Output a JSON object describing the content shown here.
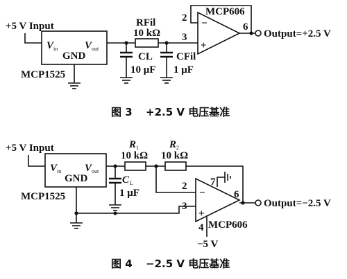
{
  "fig3": {
    "input": "+5 V Input",
    "reg": {
      "vin": "V",
      "vin_sub": "in",
      "vout": "V",
      "vout_sub": "out",
      "gnd": "GND",
      "name": "MCP1525"
    },
    "rfil": {
      "name": "RFil",
      "value": "10 kΩ"
    },
    "cl": {
      "name": "CL",
      "value": "10 μF"
    },
    "cfil": {
      "name": "CFil",
      "value": "1 μF"
    },
    "opamp": {
      "name": "MCP606",
      "pin_inv": "2",
      "pin_noninv": "3",
      "pin_out": "6",
      "minus": "−",
      "plus": "+"
    },
    "output": "Output=+2.5 V",
    "caption": {
      "label": "图 3",
      "text": "+2.5 V 电压基准"
    }
  },
  "fig4": {
    "input": "+5 V Input",
    "reg": {
      "vin": "V",
      "vin_sub": "in",
      "vout": "V",
      "vout_sub": "out",
      "gnd": "GND",
      "name": "MCP1525"
    },
    "r1": {
      "name": "R",
      "sub": "1",
      "value": "10 kΩ"
    },
    "r2": {
      "name": "R",
      "sub": "2",
      "value": "10 kΩ"
    },
    "cl": {
      "name": "C",
      "sub": "L",
      "value": "1 μF"
    },
    "opamp": {
      "name": "MCP606",
      "pin_inv": "2",
      "pin_noninv": "3",
      "pin_out": "6",
      "pin_vdd": "7",
      "pin_vss": "4",
      "minus": "−",
      "plus": "+"
    },
    "neg_supply": "−5 V",
    "output": "Output=−2.5 V",
    "caption": {
      "label": "图 4",
      "text": "−2.5 V 电压基准"
    }
  }
}
